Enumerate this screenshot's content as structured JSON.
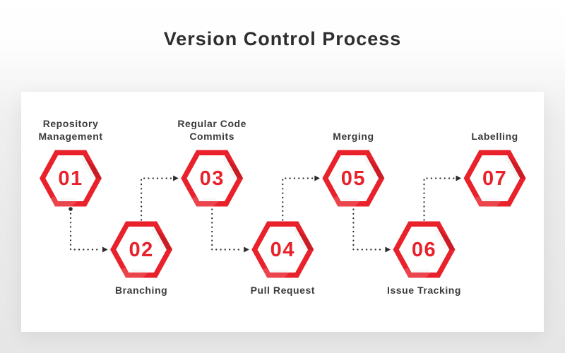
{
  "title": "Version Control Process",
  "colors": {
    "accent_red": "#e8212b",
    "accent_red_dark": "#c3161e",
    "accent_red_light": "#f4555c",
    "text_dark": "#2d2e30",
    "label_color": "#3b3b3b",
    "connector_color": "#2b2b2b",
    "card_bg": "#ffffff"
  },
  "steps": [
    {
      "number": "01",
      "label": "Repository Management",
      "label_lines": [
        "Repository",
        "Management"
      ]
    },
    {
      "number": "02",
      "label": "Branching",
      "label_lines": [
        "Branching"
      ]
    },
    {
      "number": "03",
      "label": "Regular Code Commits",
      "label_lines": [
        "Regular Code",
        "Commits"
      ]
    },
    {
      "number": "04",
      "label": "Pull Request",
      "label_lines": [
        "Pull Request"
      ]
    },
    {
      "number": "05",
      "label": "Merging",
      "label_lines": [
        "Merging"
      ]
    },
    {
      "number": "06",
      "label": "Issue Tracking",
      "label_lines": [
        "Issue Tracking"
      ]
    },
    {
      "number": "07",
      "label": "Labelling",
      "label_lines": [
        "Labelling"
      ]
    }
  ],
  "flow": [
    "01 -> 02",
    "02 -> 03",
    "03 -> 04",
    "04 -> 05",
    "05 -> 06",
    "06 -> 07"
  ]
}
